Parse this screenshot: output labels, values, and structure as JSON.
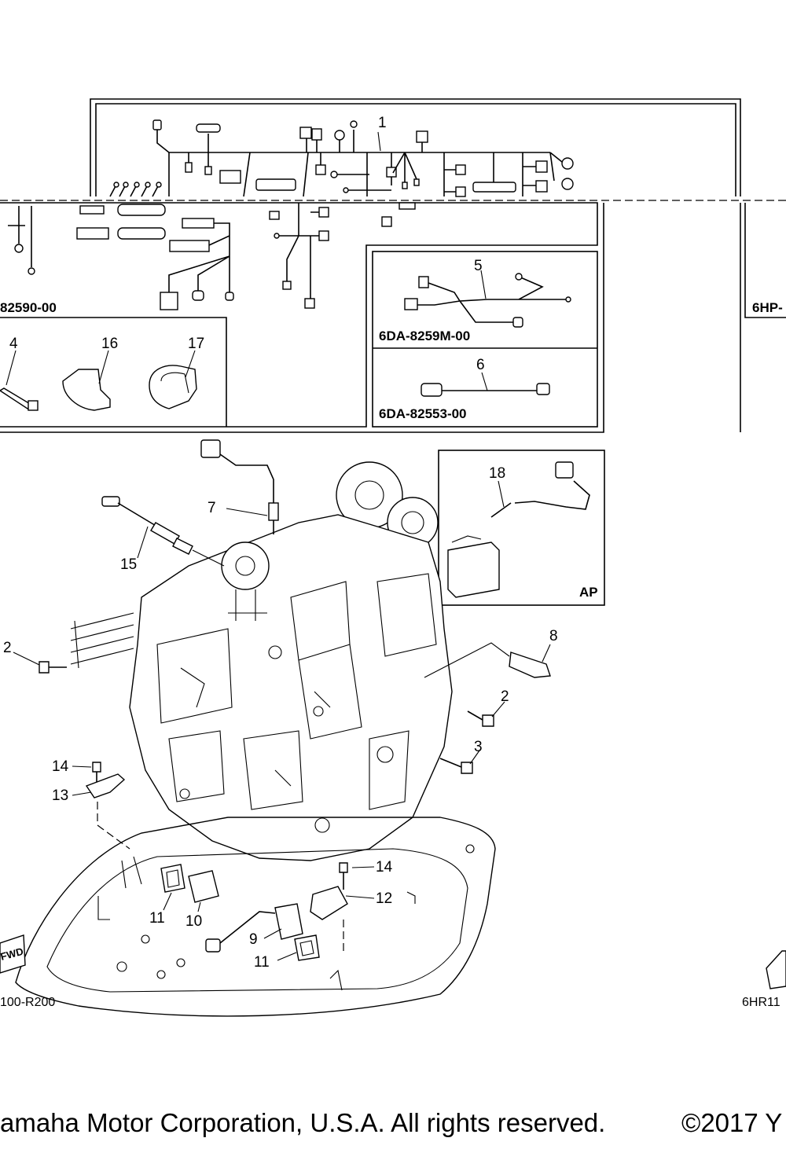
{
  "callouts": {
    "c1": "1",
    "c2a": "2",
    "c2b": "2",
    "c3": "3",
    "c4": "4",
    "c5": "5",
    "c6": "6",
    "c7": "7",
    "c8": "8",
    "c9": "9",
    "c10": "10",
    "c11a": "11",
    "c11b": "11",
    "c12": "12",
    "c13": "13",
    "c14a": "14",
    "c14b": "14",
    "c15": "15",
    "c16": "16",
    "c17": "17",
    "c18": "18"
  },
  "part_codes": {
    "main_harness": "82590-00",
    "sub_harness_5": "6DA-8259M-00",
    "sub_harness_6": "6DA-82553-00",
    "right_partial": "6HP-"
  },
  "ap_label": "AP",
  "fwd_label": "FWD",
  "diagram_refs": {
    "left": "100-R200",
    "right": "6HR11"
  },
  "footer": {
    "left": "amaha Motor Corporation, U.S.A. All rights reserved.",
    "right": "©2017 Y"
  }
}
